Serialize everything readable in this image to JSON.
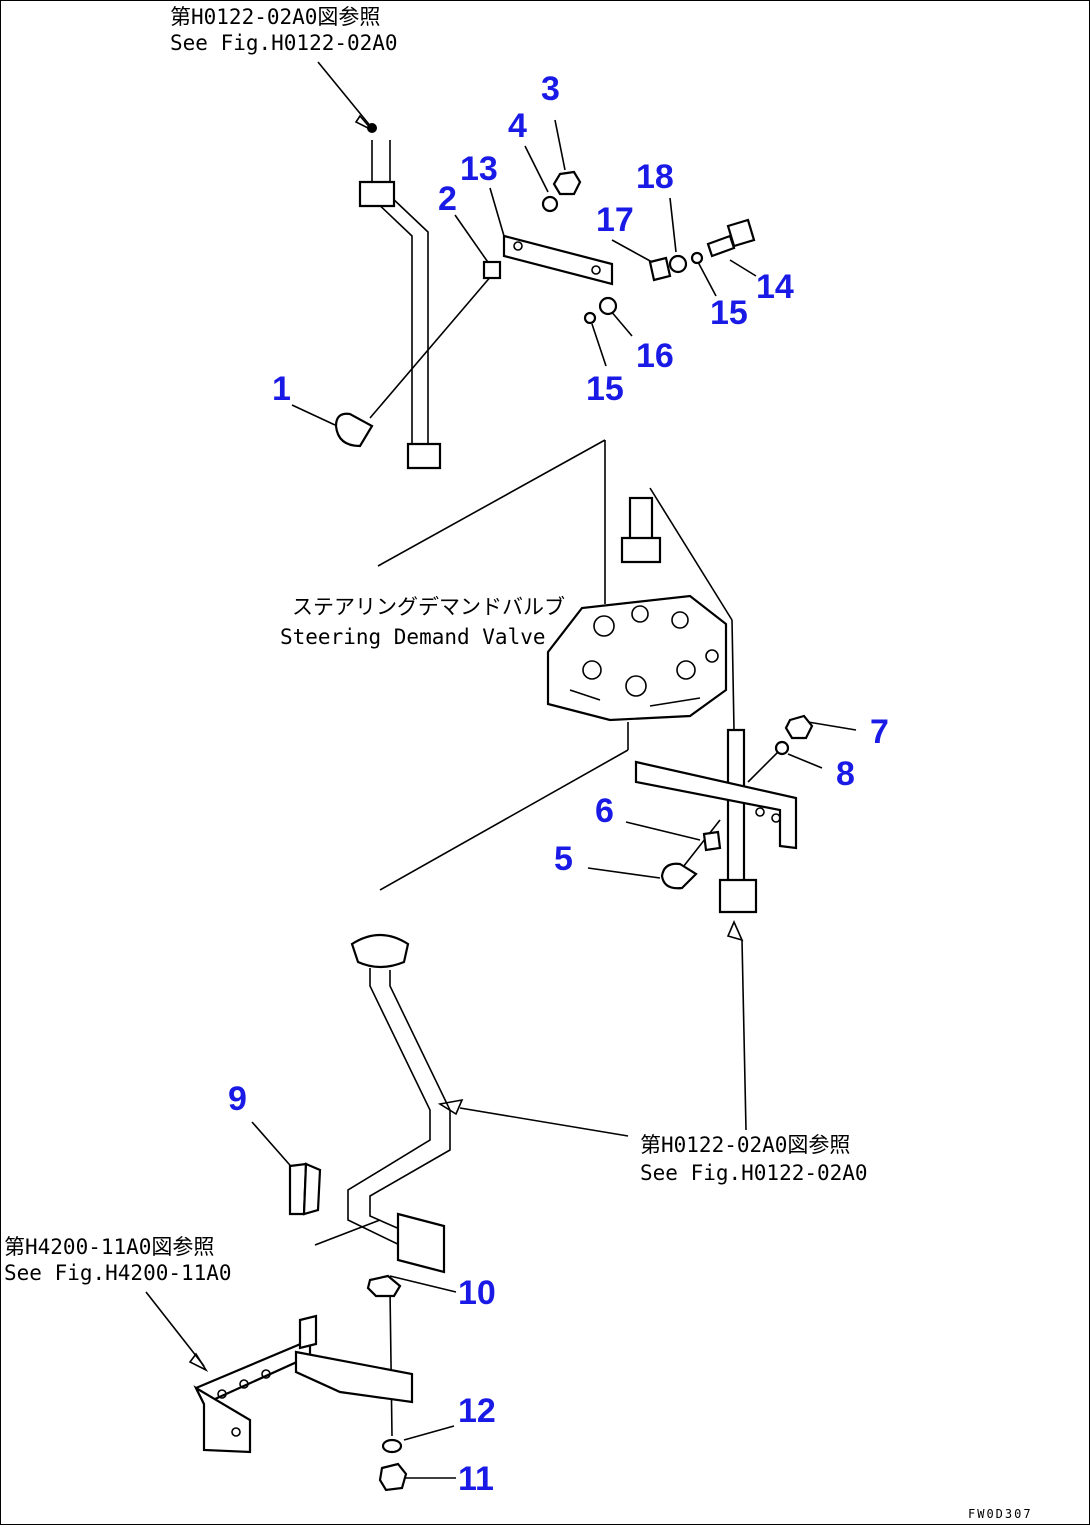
{
  "refs": {
    "top": {
      "jp": "第H0122-02A0図参照",
      "en": "See Fig.H0122-02A0"
    },
    "steering_valve": {
      "jp": "ステアリングデマンドバルブ",
      "en": "Steering Demand Valve"
    },
    "right": {
      "jp": "第H0122-02A0図参照",
      "en": "See Fig.H0122-02A0"
    },
    "left": {
      "jp": "第H4200-11A0図参照",
      "en": "See Fig.H4200-11A0"
    }
  },
  "callouts": [
    "1",
    "2",
    "3",
    "4",
    "5",
    "6",
    "7",
    "8",
    "9",
    "10",
    "11",
    "12",
    "13",
    "14",
    "15",
    "15",
    "16",
    "17",
    "18"
  ],
  "drawing_code": "FW0D307",
  "colors": {
    "callout": "#1a1ae6",
    "line": "#000000",
    "background": "#ffffff"
  }
}
